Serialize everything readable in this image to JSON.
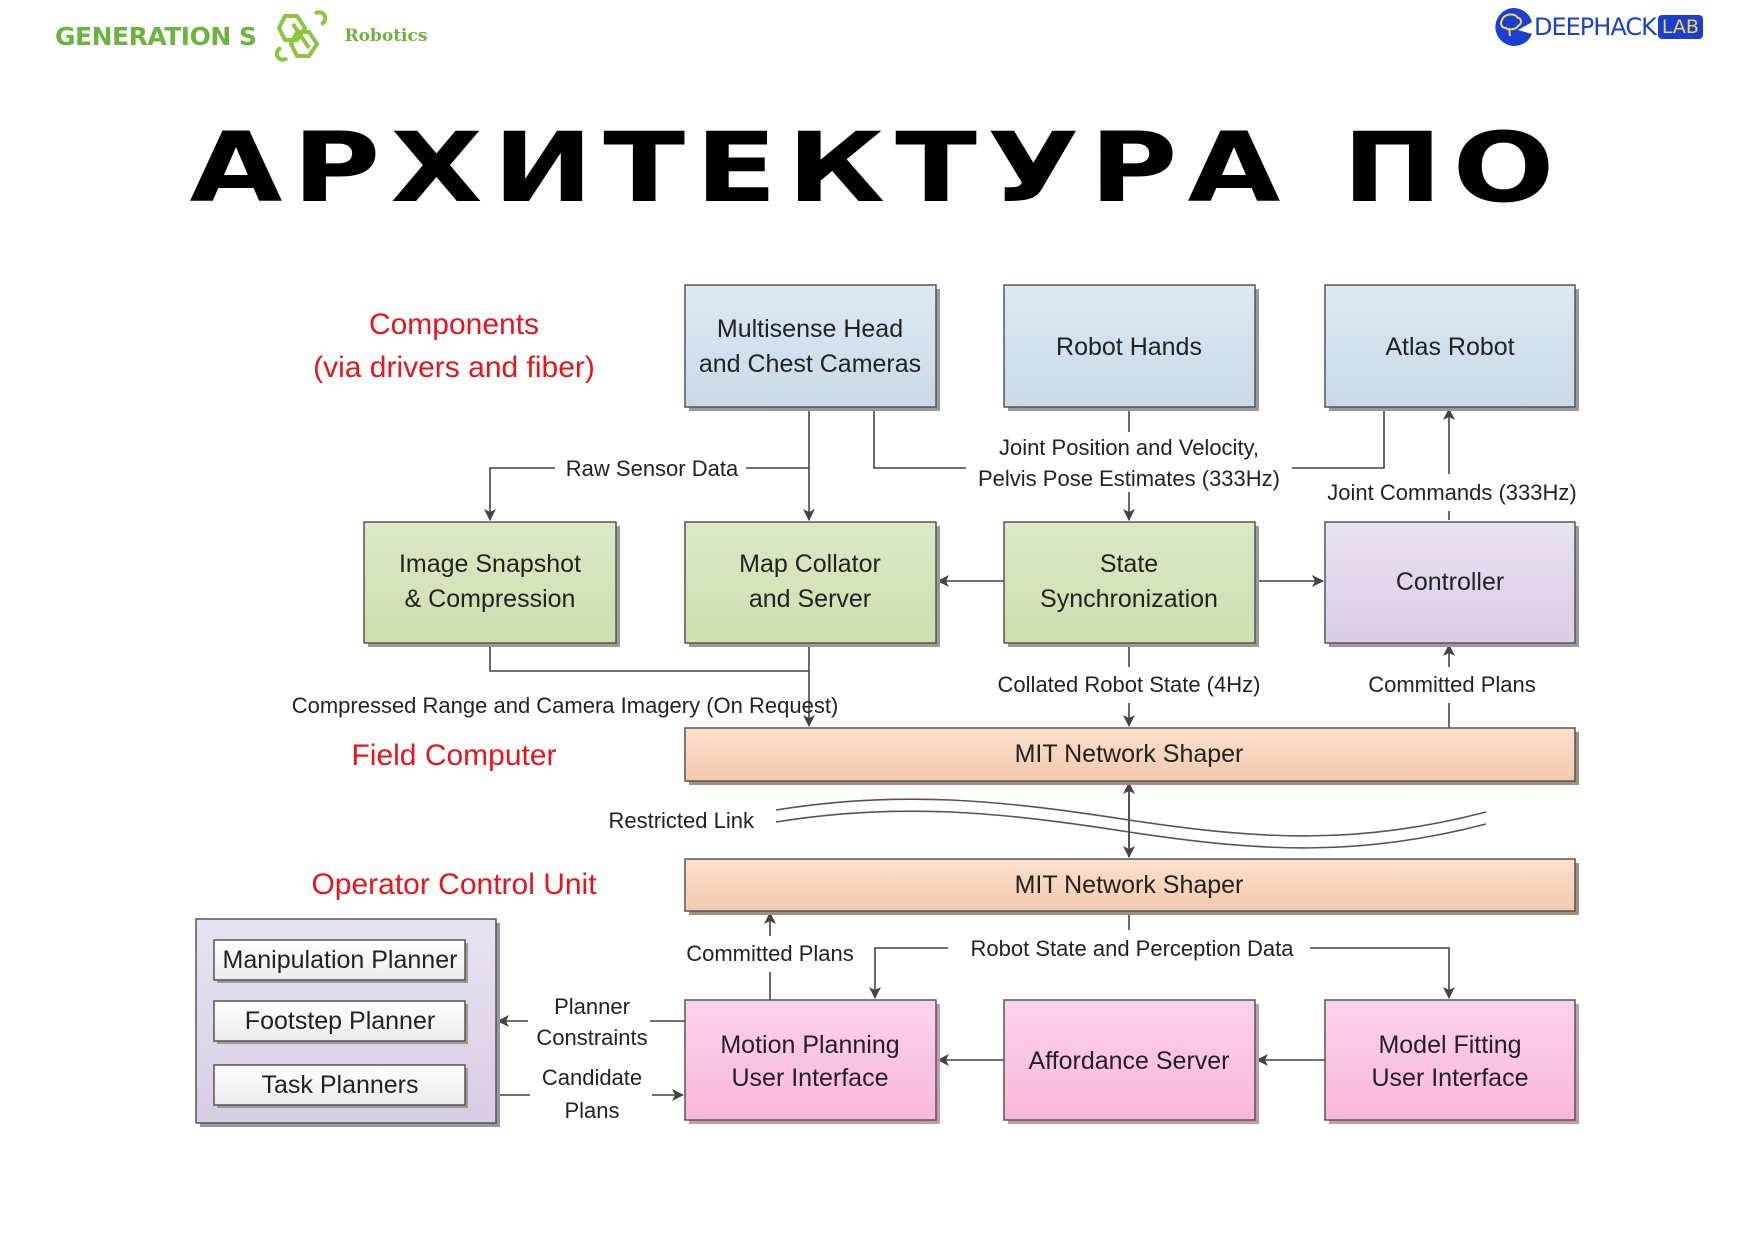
{
  "header": {
    "left_logo": {
      "brand": "GENERATION S",
      "sub": "Robotics",
      "icon": "generation-s-robotics-icon",
      "color": "#6db33f"
    },
    "right_logo": {
      "brand": "DEEPHACK",
      "badge": "LAB",
      "icon": "brain-icon",
      "color": "#1b3fd0"
    },
    "title": "АРХИТЕКТУРА ПО"
  },
  "sections": {
    "components": [
      "Components",
      "(via drivers and fiber)"
    ],
    "field_computer": "Field Computer",
    "operator_control_unit": "Operator Control Unit"
  },
  "nodes": {
    "multisense": [
      "Multisense Head",
      "and Chest Cameras"
    ],
    "robot_hands": "Robot Hands",
    "atlas_robot": "Atlas Robot",
    "image_snapshot": [
      "Image Snapshot",
      "& Compression"
    ],
    "map_collator": [
      "Map Collator",
      "and Server"
    ],
    "state_sync": [
      "State",
      "Synchronization"
    ],
    "controller": "Controller",
    "shaper_field": "MIT Network Shaper",
    "shaper_ocu": "MIT Network Shaper",
    "motion_planning": [
      "Motion Planning",
      "User Interface"
    ],
    "affordance_server": "Affordance Server",
    "model_fitting": [
      "Model Fitting",
      "User Interface"
    ],
    "planners": [
      "Manipulation Planner",
      "Footstep Planner",
      "Task Planners"
    ]
  },
  "edges": {
    "raw_sensor": "Raw Sensor Data",
    "joint_position": [
      "Joint Position and Velocity,",
      "Pelvis Pose Estimates (333Hz)"
    ],
    "joint_commands": "Joint Commands (333Hz)",
    "compressed": "Compressed Range and Camera Imagery (On Request)",
    "collated": "Collated Robot State (4Hz)",
    "committed_top": "Committed Plans",
    "restricted_link": "Restricted Link",
    "committed_bottom": "Committed Plans",
    "robot_state_perception": "Robot State and Perception Data",
    "planner_constraints": [
      "Planner",
      "Constraints"
    ],
    "candidate_plans": [
      "Candidate",
      "Plans"
    ]
  },
  "colors": {
    "component_fill": "#d3e2ee",
    "field_fill": "#d6e3bc",
    "controller_fill": "#e0d8ec",
    "shaper_fill": "#f6d5be",
    "ocu_fill": "#fcc0e0",
    "planner_fill": "#e3dcee",
    "accent_red": "#e8141b"
  }
}
